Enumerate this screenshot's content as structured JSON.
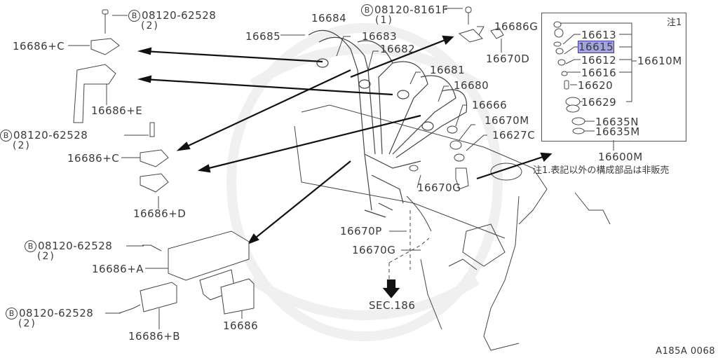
{
  "diagram": {
    "title": "Fuel injection nozzle & tube exploded view",
    "drawing_code": "A185A 0068",
    "bolt_marker": "B",
    "bolts": [
      {
        "id": "bolt-top-left",
        "part": "08120-62528",
        "qty": "(2)"
      },
      {
        "id": "bolt-mid-left",
        "part": "08120-62528",
        "qty": "(2)"
      },
      {
        "id": "bolt-bracket-a",
        "part": "08120-62528",
        "qty": "(2)"
      },
      {
        "id": "bolt-bracket-b",
        "part": "08120-62528",
        "qty": "(2)"
      },
      {
        "id": "bolt-clamp",
        "part": "08120-8161F",
        "qty": "(1)"
      }
    ],
    "parts": {
      "p16686C_top": "16686+C",
      "p16686E": "16686+E",
      "p16686C_mid": "16686+C",
      "p16686D": "16686+D",
      "p16686A": "16686+A",
      "p16686B": "16686+B",
      "p16686": "16686",
      "p16684": "16684",
      "p16685": "16685",
      "p16683": "16683",
      "p16682": "16682",
      "p16681": "16681",
      "p16680": "16680",
      "p16666": "16666",
      "p16670M": "16670M",
      "p16627C": "16627C",
      "p16670G_a": "16670G",
      "p16670P": "16670P",
      "p16670G_b": "16670G",
      "p16686G": "16686G",
      "p16670D": "16670D",
      "sec": "SEC.186"
    },
    "inset": {
      "note_tag": "注1",
      "items": [
        "16613",
        "16615",
        "16612",
        "16616",
        "16620",
        "16629",
        "16635N",
        "16635M"
      ],
      "highlighted_item": "16615",
      "group_label": "16610M",
      "assembly_label": "16600M",
      "note_text": "注1.表記以外の構成部品は非販売"
    }
  }
}
